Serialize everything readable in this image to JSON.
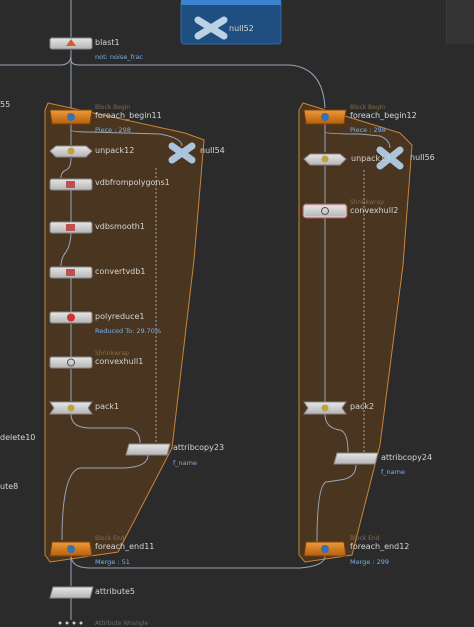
{
  "network": {
    "nodes": {
      "null52": {
        "label": "null52"
      },
      "blast1": {
        "label": "blast1",
        "sub": "not: noise_frac"
      },
      "foreach_begin11": {
        "label": "foreach_begin11",
        "hdr": "Block Begin",
        "sub": "Piece : 298"
      },
      "unpack12": {
        "label": "unpack12"
      },
      "null54": {
        "label": "null54"
      },
      "vdbfrompolygons1": {
        "label": "vdbfrompolygons1"
      },
      "vdbsmooth1": {
        "label": "vdbsmooth1"
      },
      "convertvdb1": {
        "label": "convertvdb1"
      },
      "polyreduce1": {
        "label": "polyreduce1",
        "sub": "Reduced To: 29.70%"
      },
      "convexhull1": {
        "label": "convexhull1",
        "hdr": "Shrinkwrap"
      },
      "pack1": {
        "label": "pack1"
      },
      "attribcopy23": {
        "label": "attribcopy23",
        "sub": "f_name"
      },
      "foreach_end11": {
        "label": "foreach_end11",
        "hdr": "Block End",
        "sub": "Merge : 51"
      },
      "attribute5": {
        "label": "attribute5"
      },
      "attribwrangle_hint": {
        "label": "Attribute Wrangle"
      },
      "foreach_begin12": {
        "label": "foreach_begin12",
        "hdr": "Block Begin",
        "sub": "Piece : 298"
      },
      "unpack13": {
        "label": "unpack13"
      },
      "null56": {
        "label": "null56"
      },
      "convexhull2": {
        "label": "convexhull2",
        "hdr": "Shrinkwrap"
      },
      "pack2": {
        "label": "pack2"
      },
      "attribcopy24": {
        "label": "attribcopy24",
        "sub": "f_name"
      },
      "foreach_end12": {
        "label": "foreach_end12",
        "hdr": "Block End",
        "sub": "Merge : 299"
      }
    },
    "offscreen": {
      "left_55": "55",
      "left_delete10": "delete10",
      "left_ute8": "ute8"
    },
    "colors": {
      "background": "#2b2b2b",
      "block": "#4a3520",
      "block_border": "#c8843a",
      "wire": "#9aa6b8",
      "wire_blue": "#4f8fcf",
      "node_body": "#d4d4d4",
      "foreach_orange": "#d87a1a",
      "selected_bg": "#1f4f80"
    }
  }
}
